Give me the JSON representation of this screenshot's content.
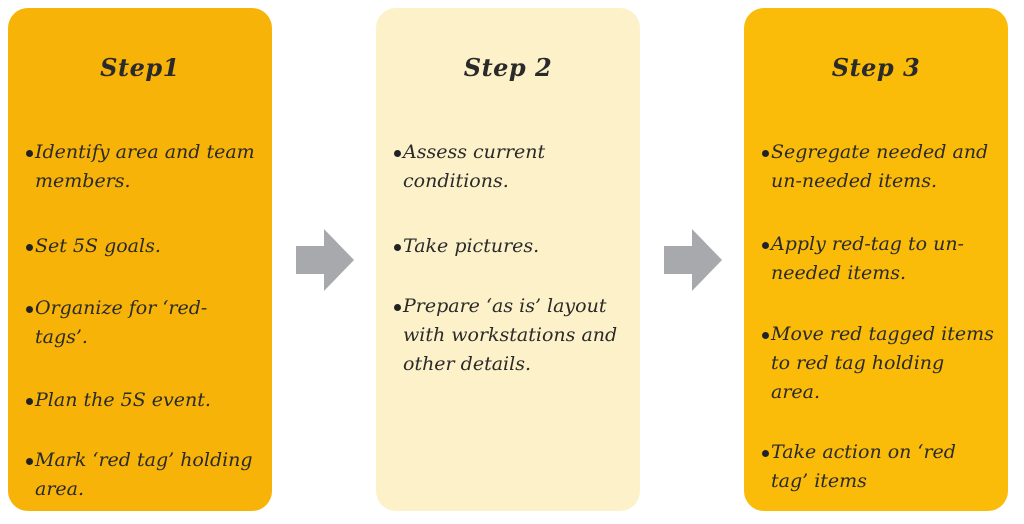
{
  "colors": {
    "step1_bg": "#f7b307",
    "step2_bg": "#fdf1c9",
    "step3_bg": "#fbbc09",
    "arrow": "#a7a9ac"
  },
  "steps": [
    {
      "title": "Step1",
      "items": [
        "Identify area and team members.",
        "Set 5S goals.",
        "Organize for ‘red-tags’.",
        "Plan the 5S event.",
        "Mark ‘red tag’ holding area."
      ]
    },
    {
      "title": "Step 2",
      "items": [
        "Assess current conditions.",
        "Take pictures.",
        "Prepare ‘as is’ layout with workstations and other details."
      ]
    },
    {
      "title": "Step 3",
      "items": [
        "Segregate needed and un-needed items.",
        "Apply red-tag to un-needed items.",
        "Move red tagged items to red tag holding area.",
        "Take action on ‘red tag’ items"
      ]
    }
  ],
  "arrows": [
    {
      "icon": "right-arrow-icon"
    },
    {
      "icon": "right-arrow-icon"
    }
  ]
}
